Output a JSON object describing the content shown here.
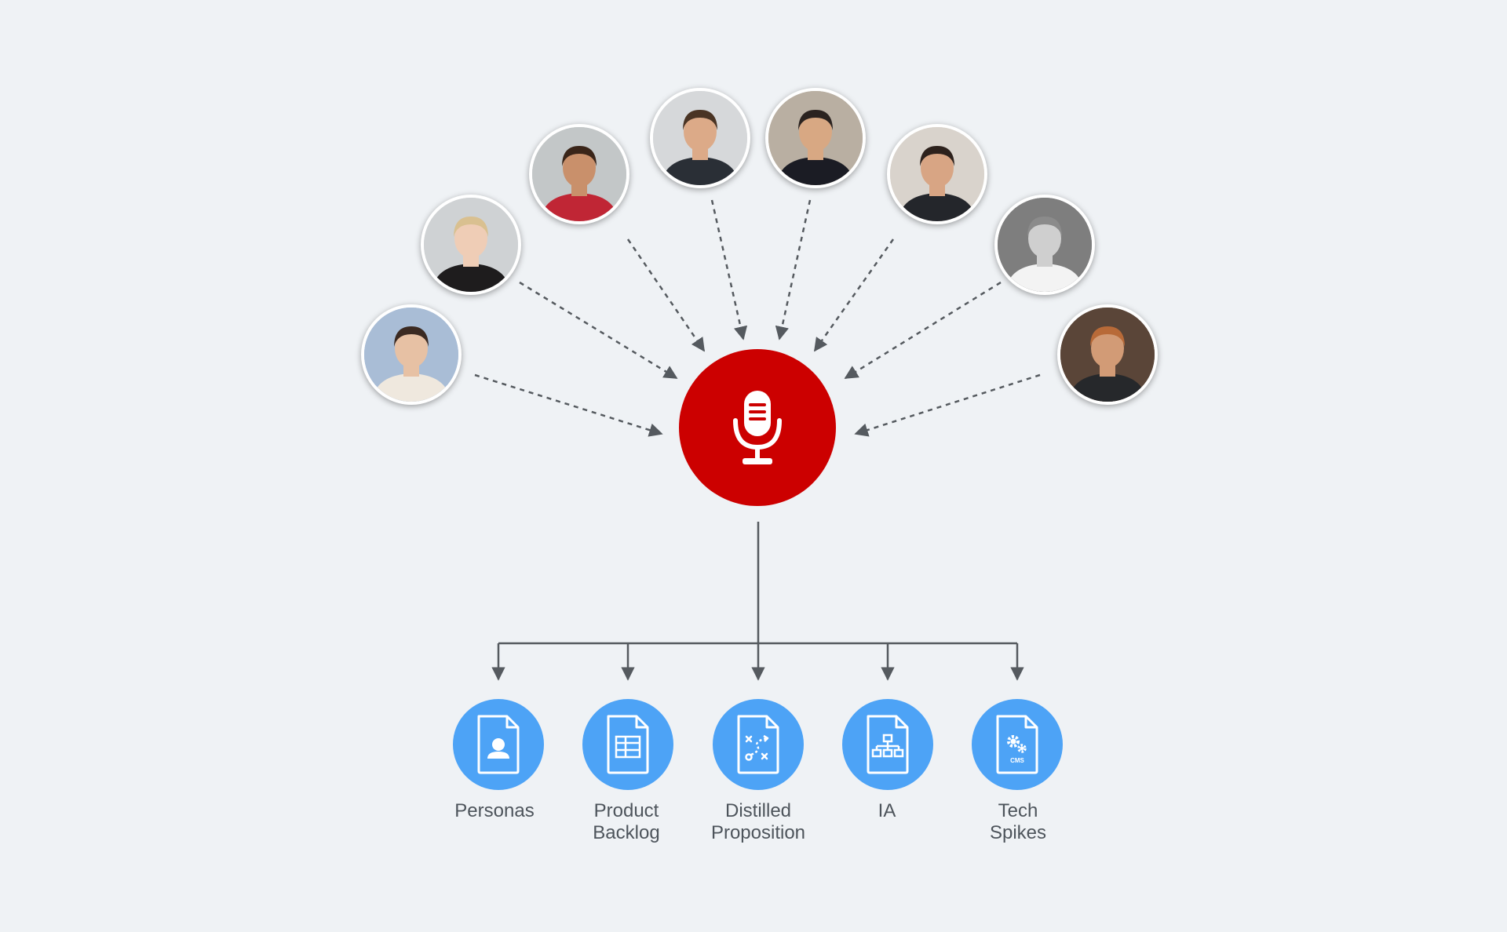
{
  "colors": {
    "background": "#eff2f5",
    "hub": "#cc0000",
    "deliverable": "#4da3f6",
    "connector": "#555a5f",
    "label": "#4d545b"
  },
  "hub": {
    "icon": "microphone-icon"
  },
  "stakeholders": [
    {
      "id": "person-1",
      "skin": "#e7c1a4",
      "hair": "#3b2a22",
      "shirt": "#efe8de",
      "bg": "#a9bdd6"
    },
    {
      "id": "person-2",
      "skin": "#efcdb6",
      "hair": "#d9c090",
      "shirt": "#1e1c1d",
      "bg": "#cfd2d4"
    },
    {
      "id": "person-3",
      "skin": "#c9906b",
      "hair": "#3a2519",
      "shirt": "#c02635",
      "bg": "#c3c7c8"
    },
    {
      "id": "person-4",
      "skin": "#dcaa88",
      "hair": "#4a3424",
      "shirt": "#2a2f36",
      "bg": "#d6d8da"
    },
    {
      "id": "person-5",
      "skin": "#d8a883",
      "hair": "#2b2320",
      "shirt": "#1b1c24",
      "bg": "#b9afa2"
    },
    {
      "id": "person-6",
      "skin": "#d8a584",
      "hair": "#2d211c",
      "shirt": "#24262b",
      "bg": "#d9d3cc"
    },
    {
      "id": "person-7",
      "skin": "#cfcfcf",
      "hair": "#8b8b8b",
      "shirt": "#f3f3f3",
      "bg": "#7e7e7e"
    },
    {
      "id": "person-8",
      "skin": "#d29b76",
      "hair": "#b86a38",
      "shirt": "#26282b",
      "bg": "#5a4538"
    }
  ],
  "deliverables": [
    {
      "id": "personas",
      "icon": "persona-document-icon",
      "lines": [
        "Personas"
      ]
    },
    {
      "id": "product-backlog",
      "icon": "spreadsheet-document-icon",
      "lines": [
        "Product",
        "Backlog"
      ]
    },
    {
      "id": "distilled-proposition",
      "icon": "strategy-document-icon",
      "lines": [
        "Distilled",
        "Proposition"
      ]
    },
    {
      "id": "ia",
      "icon": "sitemap-document-icon",
      "lines": [
        "IA"
      ]
    },
    {
      "id": "tech-spikes",
      "icon": "cms-document-icon",
      "lines": [
        "Tech",
        "Spikes"
      ],
      "badge": "CMS"
    }
  ]
}
